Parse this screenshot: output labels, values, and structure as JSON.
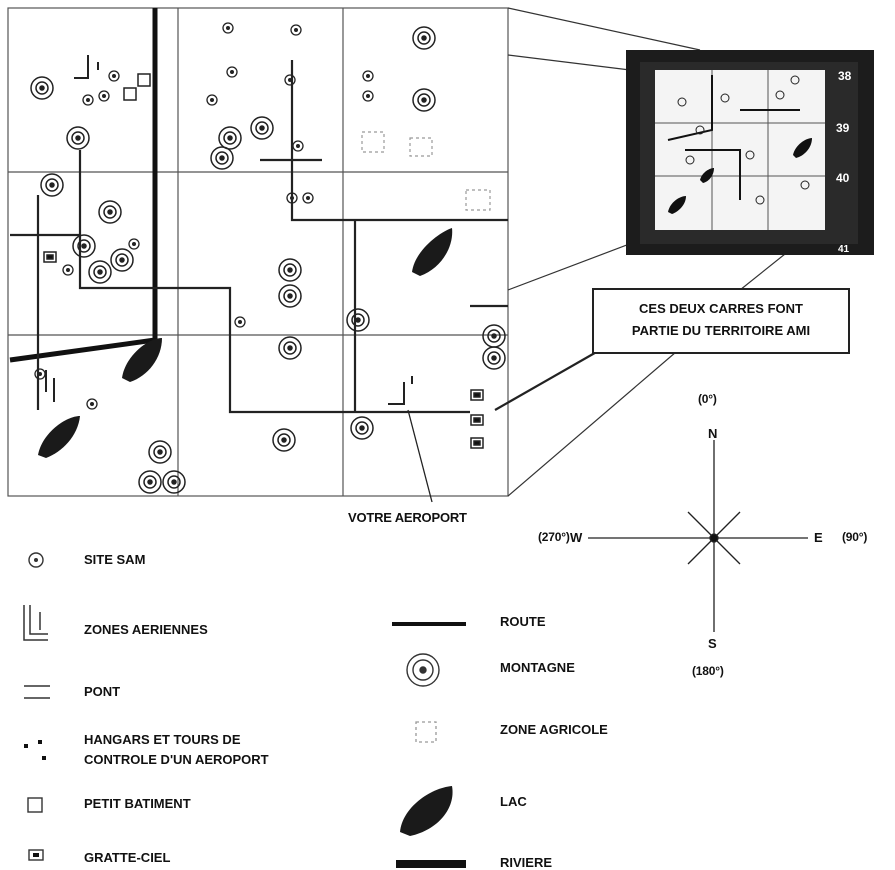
{
  "callout": {
    "line1": "CES DEUX CARRES FONT",
    "line2": "PARTIE DU TERRITOIRE AMI"
  },
  "map_labels": {
    "airport": "VOTRE AEROPORT"
  },
  "minimap": {
    "row_numbers": [
      "38",
      "39",
      "40",
      "41"
    ]
  },
  "compass": {
    "north_deg": "(0°)",
    "north": "N",
    "east": "E",
    "east_deg": "(90°)",
    "south": "S",
    "south_deg": "(180°)",
    "west": "W",
    "west_deg": "(270°)"
  },
  "legend": {
    "left": [
      {
        "icon": "sam-site-icon",
        "label": "SITE SAM"
      },
      {
        "icon": "air-zone-icon",
        "label": "ZONES AERIENNES"
      },
      {
        "icon": "bridge-icon",
        "label": "PONT"
      },
      {
        "icon": "hangar-icon",
        "label": "HANGARS ET TOURS DE",
        "label2": "CONTROLE D'UN AEROPORT"
      },
      {
        "icon": "small-building-icon",
        "label": "PETIT BATIMENT"
      },
      {
        "icon": "skyscraper-icon",
        "label": "GRATTE-CIEL"
      }
    ],
    "right": [
      {
        "icon": "road-icon",
        "label": "ROUTE"
      },
      {
        "icon": "mountain-icon",
        "label": "MONTAGNE"
      },
      {
        "icon": "farm-zone-icon",
        "label": "ZONE AGRICOLE"
      },
      {
        "icon": "lake-icon",
        "label": "LAC"
      },
      {
        "icon": "river-icon",
        "label": "RIVIERE"
      }
    ]
  }
}
